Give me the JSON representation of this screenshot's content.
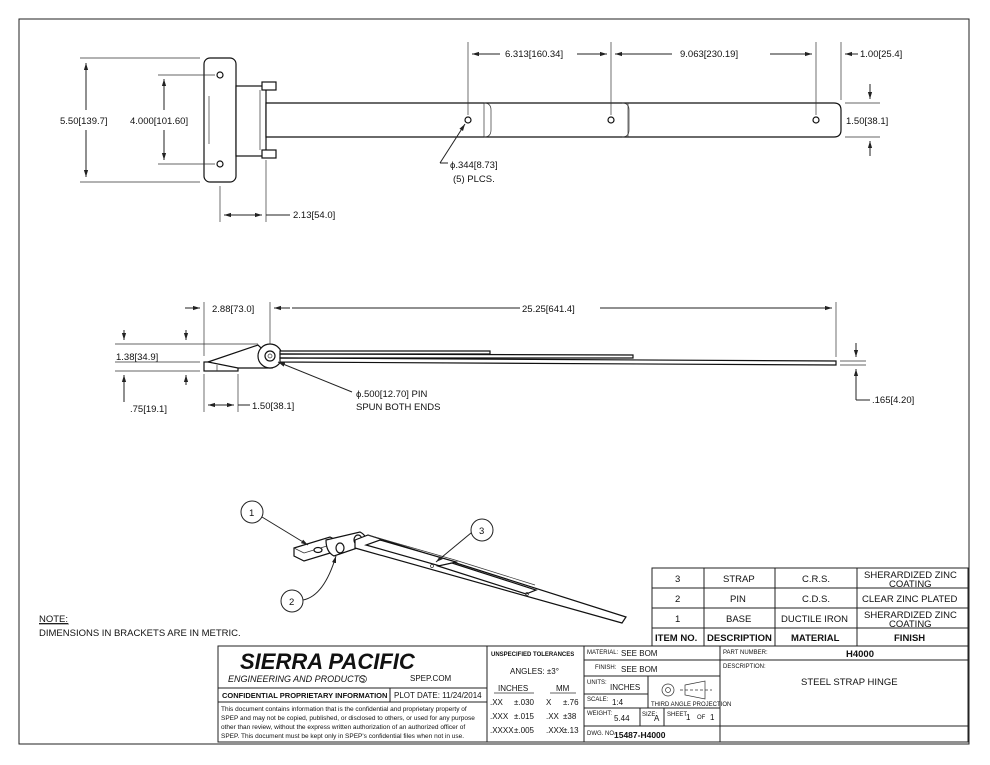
{
  "top_view": {
    "dim_overall_height": "5.50[139.7]",
    "dim_hole_spacing": "4.000[101.60]",
    "dim_pitch_1": "6.313[160.34]",
    "dim_pitch_2": "9.063[230.19]",
    "dim_end": "1.00[25.4]",
    "dim_strap_width": "1.50[38.1]",
    "dim_base_offset": "2.13[54.0]",
    "hole_callout": "ϕ.344[8.73]",
    "hole_count": "(5) PLCS."
  },
  "side_view": {
    "dim_pin_to_base": "2.88[73.0]",
    "dim_strap_length": "25.25[641.4]",
    "dim_height": "1.38[34.9]",
    "dim_base_thk": ".75[19.1]",
    "dim_base_len": "1.50[38.1]",
    "dim_strap_thk": ".165[4.20]",
    "pin_callout": "ϕ.500[12.70] PIN",
    "pin_note": "SPUN BOTH ENDS"
  },
  "iso_view": {
    "balloons": [
      "1",
      "2",
      "3"
    ]
  },
  "note": {
    "heading": "NOTE:",
    "text": "DIMENSIONS IN BRACKETS ARE IN METRIC."
  },
  "bom": {
    "headers": [
      "ITEM NO.",
      "DESCRIPTION",
      "MATERIAL",
      "FINISH"
    ],
    "rows": [
      {
        "item": "3",
        "desc": "STRAP",
        "material": "C.R.S.",
        "finish_1": "SHERARDIZED ZINC",
        "finish_2": "COATING"
      },
      {
        "item": "2",
        "desc": "PIN",
        "material": "C.D.S.",
        "finish_1": "CLEAR ZINC PLATED",
        "finish_2": ""
      },
      {
        "item": "1",
        "desc": "BASE",
        "material": "DUCTILE IRON",
        "finish_1": "SHERARDIZED ZINC",
        "finish_2": "COATING"
      }
    ]
  },
  "title_block": {
    "company": "SIERRA PACIFIC",
    "company_sub": "ENGINEERING AND PRODUCTS",
    "website": "SPEP.COM",
    "confidential_label": "CONFIDENTIAL PROPRIETARY INFORMATION",
    "plot_date": "PLOT DATE: 11/24/2014",
    "confidential_text": [
      "This document contains information that is the confidential and proprietary property of",
      "SPEP and may not be copied, published, or disclosed to others, or used for any purpose",
      "other than review, without the express written authorization of an authorized officer of",
      "SPEP. This document must be kept only in SPEP's confidential files when not in use."
    ],
    "tolerances_heading": "UNSPECIFIED TOLERANCES",
    "angles": "ANGLES: ±3°",
    "inches_label": "INCHES",
    "mm_label": "MM",
    "tol_rows": [
      {
        "in_fmt": ".XX",
        "in_tol": "±.030",
        "mm_fmt": "X",
        "mm_tol": "±.76"
      },
      {
        "in_fmt": ".XXX",
        "in_tol": "±.015",
        "mm_fmt": ".XX",
        "mm_tol": "±38"
      },
      {
        "in_fmt": ".XXXX",
        "in_tol": "±.005",
        "mm_fmt": ".XXX",
        "mm_tol": "±.13"
      }
    ],
    "material_label": "MATERIAL:",
    "material_value": "SEE BOM",
    "finish_label": "FINISH:",
    "finish_value": "SEE BOM",
    "units_label": "UNITS:",
    "units_value": "INCHES",
    "scale_label": "SCALE:",
    "scale_value": "1:4",
    "projection_label": "THIRD ANGLE PROJECTION",
    "weight_label": "WEIGHT:",
    "weight_value": "5.44",
    "size_label": "SIZE:",
    "size_value": "A",
    "sheet_label": "SHEET",
    "sheet_num": "1",
    "sheet_of": "OF",
    "sheet_total": "1",
    "dwg_label": "DWG. NO.",
    "dwg_value": "15487-H4000",
    "part_number_label": "PART NUMBER:",
    "part_number_value": "H4000",
    "description_label": "DESCRIPTION:",
    "description_value": "STEEL STRAP HINGE"
  }
}
